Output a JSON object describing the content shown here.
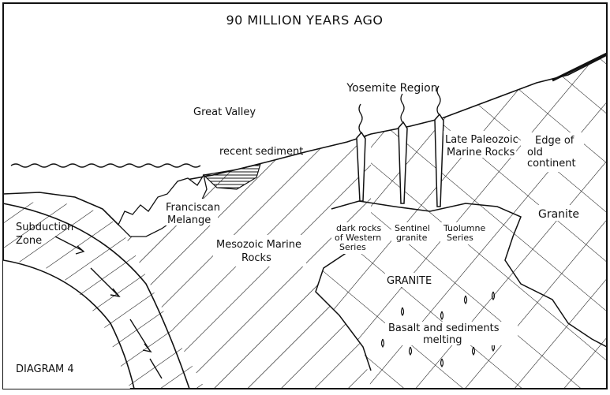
{
  "title": "90 MILLION YEARS AGO",
  "diagram_number": "DIAGRAM 4",
  "labels": {
    "yosemite_region": "Yosemite Region",
    "great_valley": "Great Valley",
    "recent_sediment": "recent sediment",
    "late_paleozoic_line1": "Late Paleozoic",
    "late_paleozoic_line2": "Marine Rocks",
    "edge_line1": "Edge of",
    "edge_line2": "old",
    "edge_line3": "continent",
    "franciscan_line1": "Franciscan",
    "franciscan_line2": "Melange",
    "subduction_line1": "Subduction",
    "subduction_line2": "Zone",
    "mesozoic_line1": "Mesozoic Marine",
    "mesozoic_line2": "Rocks",
    "dark_rocks_line1": "dark rocks",
    "dark_rocks_line2": "of Western",
    "dark_rocks_line3": "Series",
    "sentinel_line1": "Sentinel",
    "sentinel_line2": "granite",
    "tuolumne_line1": "Tuolumne",
    "tuolumne_line2": "Series",
    "granite_right": "Granite",
    "granite_center": "GRANITE",
    "basalt_line1": "Basalt and sediments",
    "basalt_line2": "melting"
  }
}
